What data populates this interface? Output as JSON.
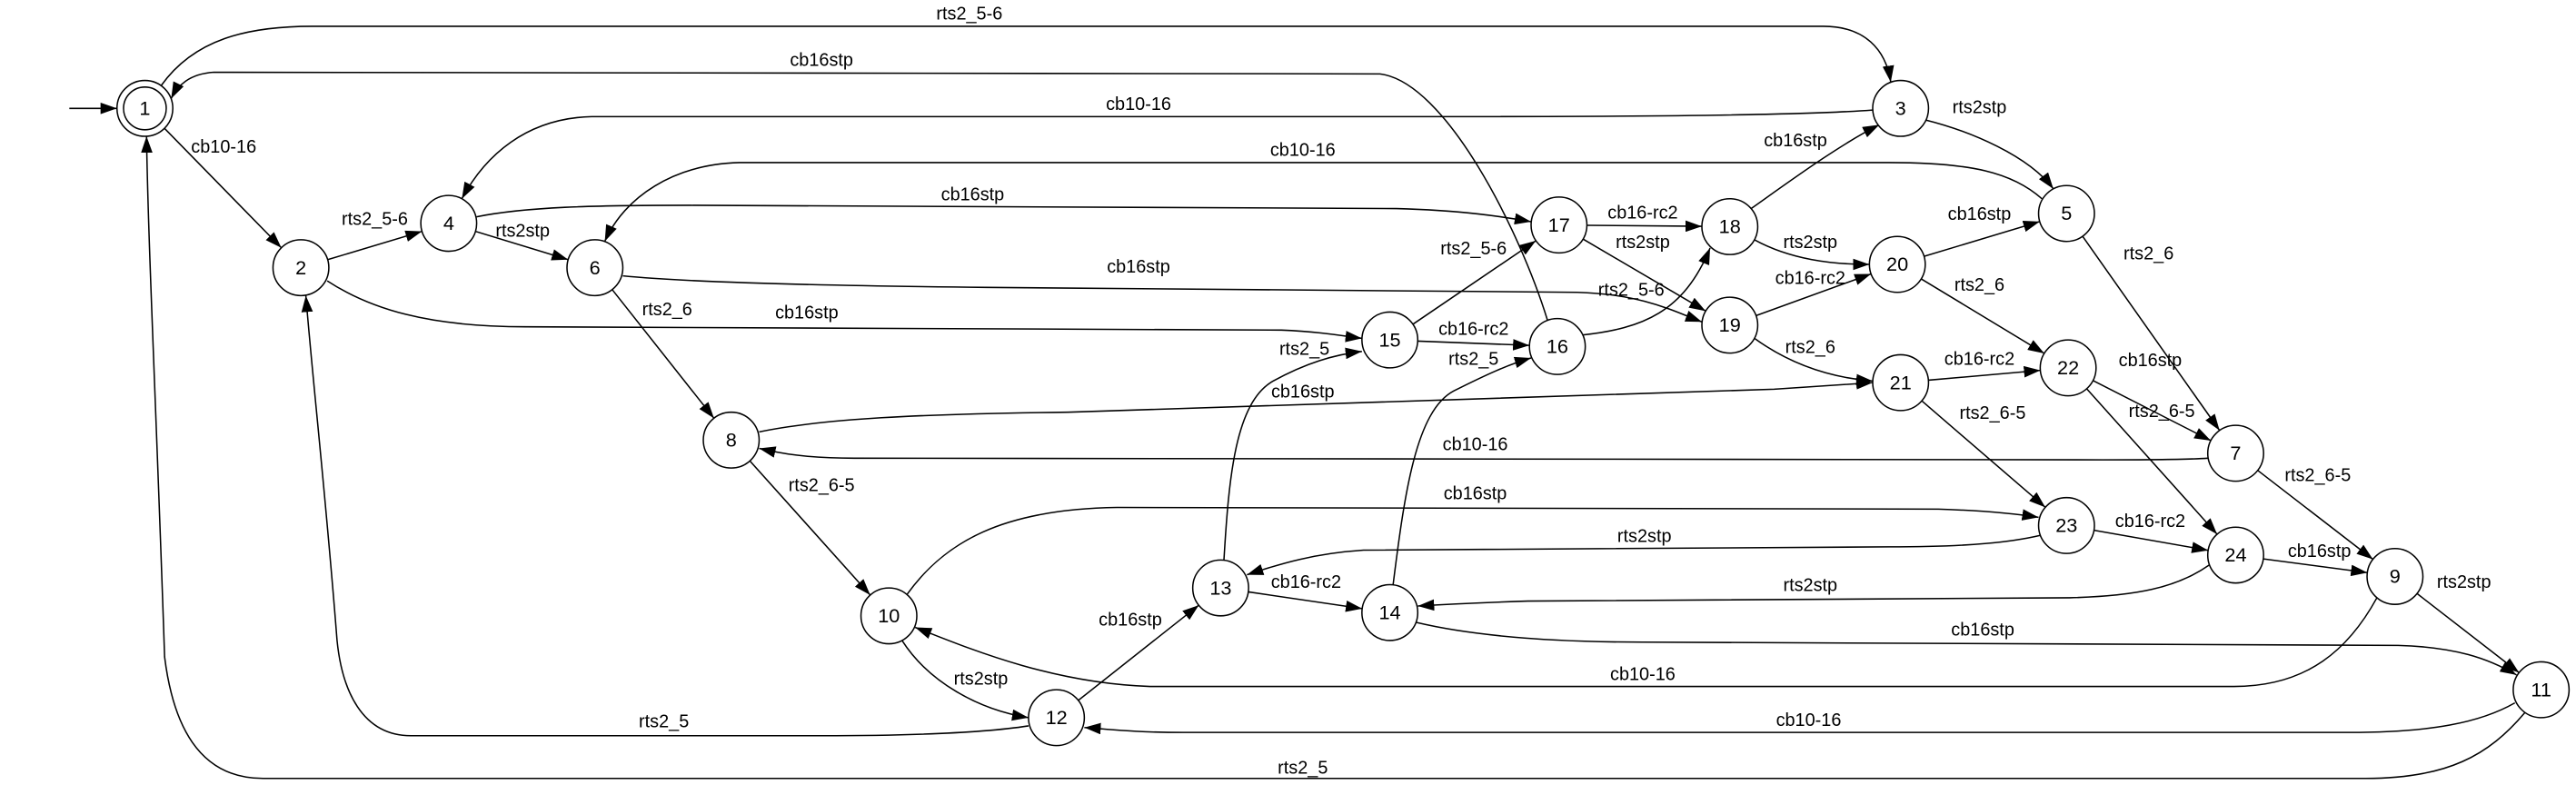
{
  "colors": {
    "stroke": "#000000",
    "background": "#ffffff",
    "text": "#000000"
  },
  "nodes": [
    {
      "label": "1",
      "initial": true,
      "accepting": true
    },
    {
      "label": "2"
    },
    {
      "label": "3"
    },
    {
      "label": "4"
    },
    {
      "label": "5"
    },
    {
      "label": "6"
    },
    {
      "label": "7"
    },
    {
      "label": "8"
    },
    {
      "label": "9"
    },
    {
      "label": "10"
    },
    {
      "label": "11"
    },
    {
      "label": "12"
    },
    {
      "label": "13"
    },
    {
      "label": "14"
    },
    {
      "label": "15"
    },
    {
      "label": "16"
    },
    {
      "label": "17"
    },
    {
      "label": "18"
    },
    {
      "label": "19"
    },
    {
      "label": "20"
    },
    {
      "label": "21"
    },
    {
      "label": "22"
    },
    {
      "label": "23"
    },
    {
      "label": "24"
    }
  ],
  "edges": [
    {
      "from": "1",
      "to": "3",
      "label": "rts2_5-6"
    },
    {
      "from": "16",
      "to": "1",
      "label": "cb16stp"
    },
    {
      "from": "1",
      "to": "2",
      "label": "cb10-16"
    },
    {
      "from": "3",
      "to": "4",
      "label": "cb10-16"
    },
    {
      "from": "3",
      "to": "5",
      "label": "rts2stp"
    },
    {
      "from": "5",
      "to": "6",
      "label": "cb10-16"
    },
    {
      "from": "2",
      "to": "4",
      "label": "rts2_5-6"
    },
    {
      "from": "4",
      "to": "17",
      "label": "cb16stp"
    },
    {
      "from": "4",
      "to": "6",
      "label": "rts2stp"
    },
    {
      "from": "2",
      "to": "15",
      "label": "cb16stp"
    },
    {
      "from": "6",
      "to": "19",
      "label": "cb16stp"
    },
    {
      "from": "6",
      "to": "8",
      "label": "rts2_6"
    },
    {
      "from": "8",
      "to": "21",
      "label": "cb16stp"
    },
    {
      "from": "7",
      "to": "8",
      "label": "cb10-16"
    },
    {
      "from": "8",
      "to": "10",
      "label": "rts2_6-5"
    },
    {
      "from": "10",
      "to": "23",
      "label": "cb16stp"
    },
    {
      "from": "23",
      "to": "13",
      "label": "rts2stp"
    },
    {
      "from": "13",
      "to": "14",
      "label": "cb16-rc2"
    },
    {
      "from": "24",
      "to": "14",
      "label": "rts2stp"
    },
    {
      "from": "24",
      "to": "9",
      "label": "cb16stp"
    },
    {
      "from": "14",
      "to": "11",
      "label": "cb16stp"
    },
    {
      "from": "9",
      "to": "10",
      "label": "cb10-16"
    },
    {
      "from": "10",
      "to": "12",
      "label": "rts2stp"
    },
    {
      "from": "12",
      "to": "2",
      "label": "rts2_5"
    },
    {
      "from": "11",
      "to": "12",
      "label": "cb10-16"
    },
    {
      "from": "11",
      "to": "1",
      "label": "rts2_5"
    },
    {
      "from": "12",
      "to": "13",
      "label": "cb16stp"
    },
    {
      "from": "13",
      "to": "15",
      "label": "rts2_5"
    },
    {
      "from": "14",
      "to": "16",
      "label": "rts2_5"
    },
    {
      "from": "15",
      "to": "16",
      "label": "cb16-rc2"
    },
    {
      "from": "15",
      "to": "17",
      "label": "rts2_5-6"
    },
    {
      "from": "17",
      "to": "18",
      "label": "cb16-rc2"
    },
    {
      "from": "17",
      "to": "19",
      "label": "rts2stp"
    },
    {
      "from": "16",
      "to": "18",
      "label": "rts2_5-6"
    },
    {
      "from": "18",
      "to": "3",
      "label": "cb16stp"
    },
    {
      "from": "18",
      "to": "20",
      "label": "rts2stp"
    },
    {
      "from": "19",
      "to": "20",
      "label": "cb16-rc2"
    },
    {
      "from": "19",
      "to": "21",
      "label": "rts2_6"
    },
    {
      "from": "20",
      "to": "5",
      "label": "cb16stp"
    },
    {
      "from": "20",
      "to": "22",
      "label": "rts2_6"
    },
    {
      "from": "21",
      "to": "22",
      "label": "cb16-rc2"
    },
    {
      "from": "21",
      "to": "23",
      "label": "rts2_6-5"
    },
    {
      "from": "22",
      "to": "7",
      "label": "cb16stp"
    },
    {
      "from": "22",
      "to": "24",
      "label": "rts2_6-5"
    },
    {
      "from": "23",
      "to": "24",
      "label": "cb16-rc2"
    },
    {
      "from": "5",
      "to": "7",
      "label": "rts2_6"
    },
    {
      "from": "7",
      "to": "9",
      "label": "rts2_6-5"
    },
    {
      "from": "9",
      "to": "11",
      "label": "rts2stp"
    }
  ]
}
